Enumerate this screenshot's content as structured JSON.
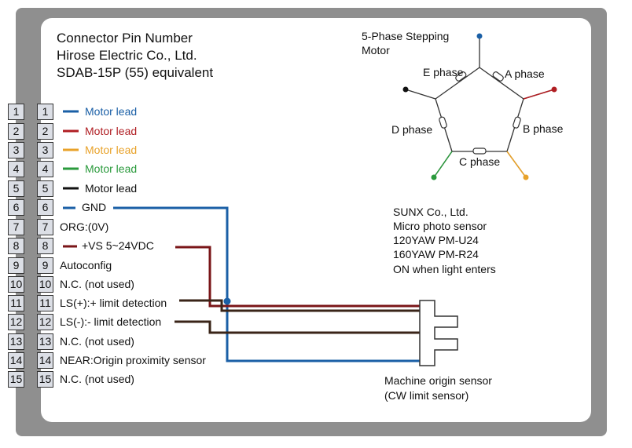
{
  "header": {
    "line1": "Connector Pin Number",
    "line2": "Hirose Electric Co., Ltd.",
    "line3": "SDAB-15P (55) equivalent"
  },
  "pins": [
    {
      "num": "1",
      "label": "Motor lead",
      "color": "#1a5fa6"
    },
    {
      "num": "2",
      "label": "Motor lead",
      "color": "#b01e23"
    },
    {
      "num": "3",
      "label": "Motor lead",
      "color": "#e8a22a"
    },
    {
      "num": "4",
      "label": "Motor lead",
      "color": "#2a9a3c"
    },
    {
      "num": "5",
      "label": "Motor lead",
      "color": "#111111"
    },
    {
      "num": "6",
      "label": "GND",
      "color": "#111111"
    },
    {
      "num": "7",
      "label": "ORG:(0V)",
      "color": "#111111"
    },
    {
      "num": "8",
      "label": "+VS 5~24VDC",
      "color": "#111111"
    },
    {
      "num": "9",
      "label": "Autoconfig",
      "color": "#111111"
    },
    {
      "num": "10",
      "label": "N.C. (not used)",
      "color": "#111111"
    },
    {
      "num": "11",
      "label": "LS(+):+ limit detection",
      "color": "#111111"
    },
    {
      "num": "12",
      "label": "LS(-):- limit detection",
      "color": "#111111"
    },
    {
      "num": "13",
      "label": "N.C. (not used)",
      "color": "#111111"
    },
    {
      "num": "14",
      "label": "NEAR:Origin proximity sensor",
      "color": "#111111"
    },
    {
      "num": "15",
      "label": "N.C. (not used)",
      "color": "#111111"
    }
  ],
  "motor": {
    "title_line1": "5-Phase Stepping",
    "title_line2": "Motor",
    "phases": {
      "a": "A phase",
      "b": "B phase",
      "c": "C phase",
      "d": "D phase",
      "e": "E phase"
    }
  },
  "sensor_info": {
    "line1": "SUNX Co., Ltd.",
    "line2": "Micro photo sensor",
    "line3": "120YAW PM-U24",
    "line4": "160YAW PM-R24",
    "line5": "ON when light enters"
  },
  "sensor_caption": {
    "line1": "Machine origin sensor",
    "line2": "(CW limit sensor)"
  },
  "colors": {
    "blue": "#1a5fa6",
    "red": "#b01e23",
    "orange": "#e8a22a",
    "green": "#2a9a3c",
    "brown": "#3a2418",
    "black": "#111111",
    "frame": "#8f8f8f",
    "pin_fill": "#dcdfe6"
  }
}
